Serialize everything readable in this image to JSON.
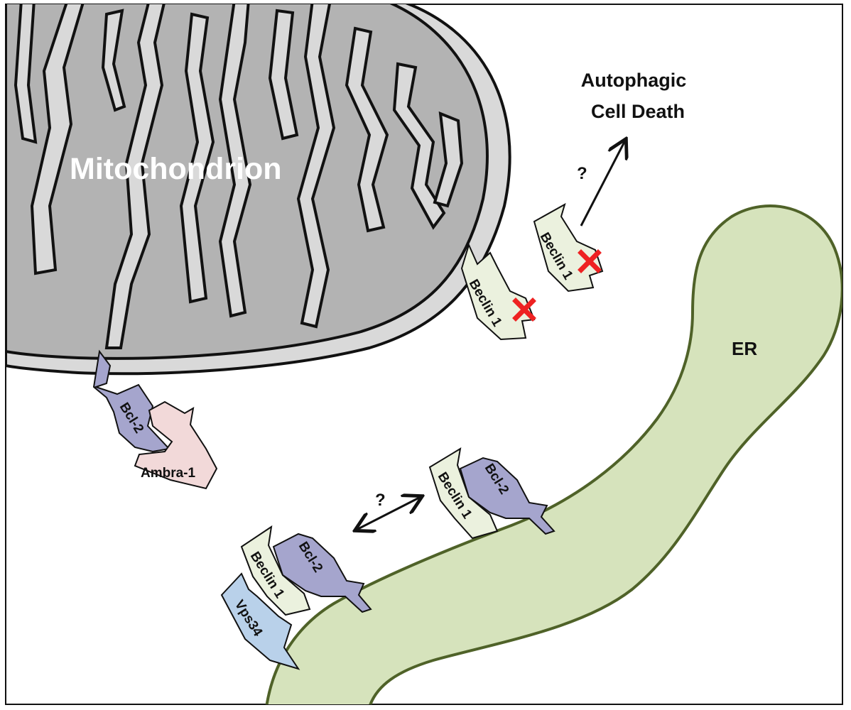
{
  "figure": {
    "mitochondrion_label": "Mitochondrion",
    "er_label": "ER",
    "outcome_label_line1": "Autophagic",
    "outcome_label_line2": "Cell Death",
    "question_mark_upper": "?",
    "question_mark_lower": "?"
  },
  "proteins": {
    "beclin_upper_right": "Beclin 1",
    "beclin_upper_left": "Beclin 1",
    "bcl2_mito": "Bcl-2",
    "ambra1": "Ambra-1",
    "beclin_er_right": "Beclin 1",
    "bcl2_er_right": "Bcl-2",
    "beclin_er_left": "Beclin 1",
    "bcl2_er_left": "Bcl-2",
    "vps34": "Vps34"
  },
  "colors": {
    "mito_outer": "#d9d9d9",
    "mito_matrix": "#b3b3b3",
    "er_fill": "#d6e3bc",
    "er_stroke": "#4f6228",
    "beclin_fill": "#ebf1de",
    "bcl2_fill": "#a5a5cd",
    "ambra_fill": "#f2d9d9",
    "vps34_fill": "#b9d1ea",
    "inhibit_x": "#ee2222"
  }
}
